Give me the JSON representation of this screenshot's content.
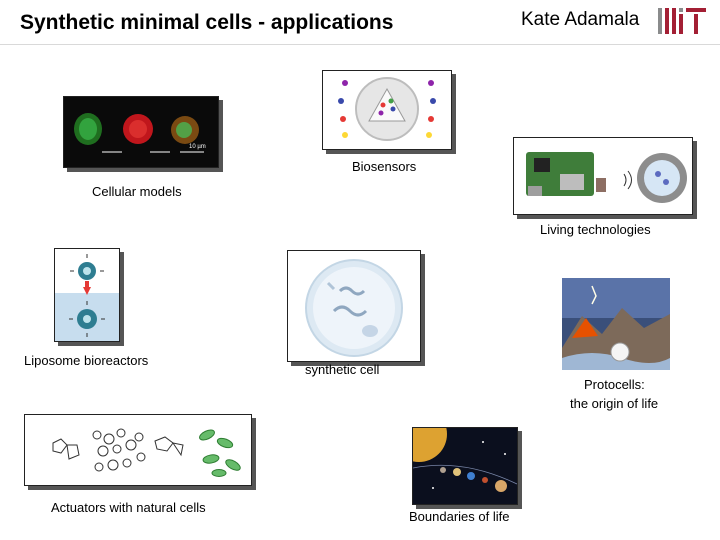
{
  "slide": {
    "title": "Synthetic minimal cells - applications",
    "author": "Kate Adamala",
    "logo_text": "MIT"
  },
  "panels": {
    "cellular_models": {
      "label": "Cellular models",
      "scale_bar": "10 µm"
    },
    "biosensors": {
      "label": "Biosensors"
    },
    "living_technologies": {
      "label": "Living technologies"
    },
    "liposome_bioreactors": {
      "label": "Liposome bioreactors"
    },
    "synthetic_cell": {
      "label": "synthetic cell"
    },
    "protocells": {
      "label_line1": "Protocells:",
      "label_line2": "the origin of life"
    },
    "actuators": {
      "label": "Actuators with natural cells"
    },
    "boundaries": {
      "label": "Boundaries of life"
    }
  },
  "colors": {
    "brand": "#a31f34",
    "frame": "#222222"
  }
}
